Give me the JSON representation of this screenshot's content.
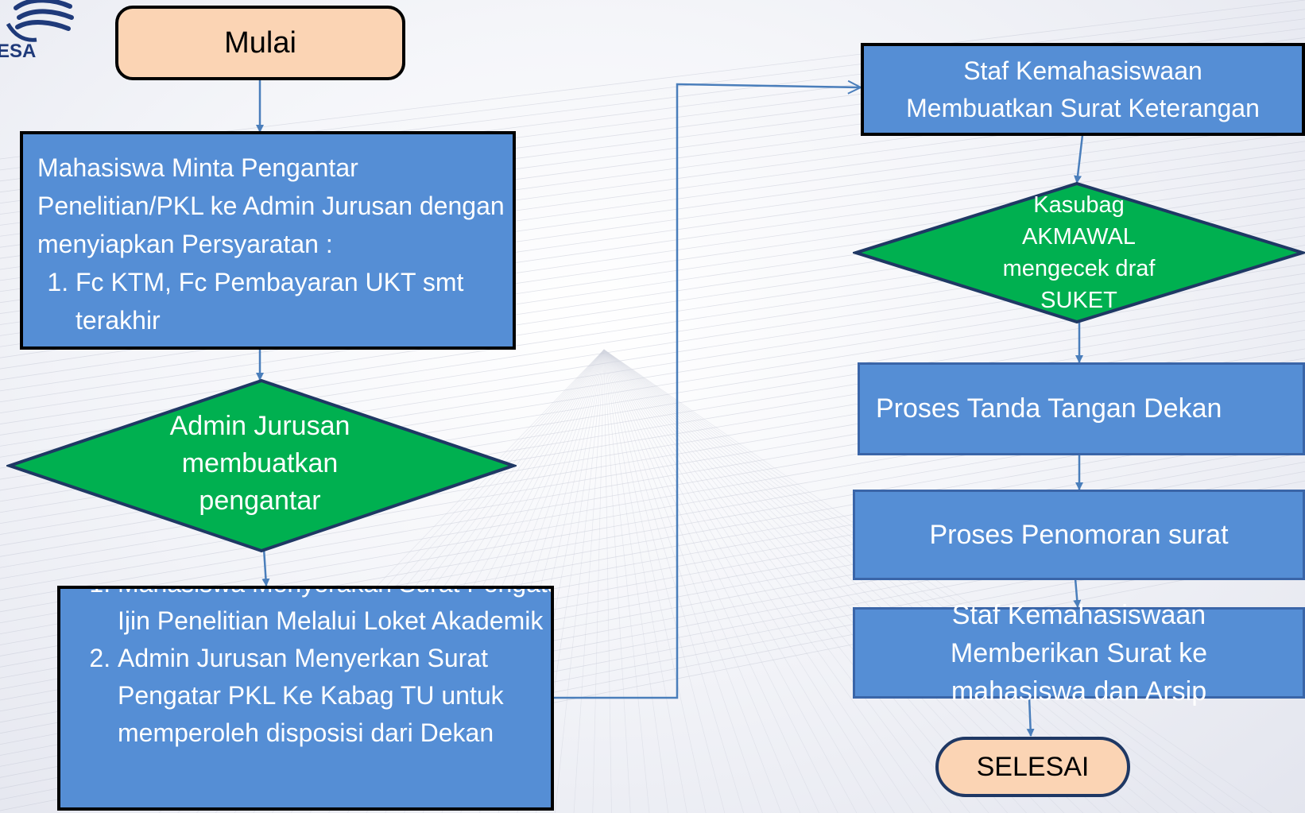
{
  "logo": {
    "text": "ESA"
  },
  "nodes": {
    "start": "Mulai",
    "step1": {
      "intro": "Mahasiswa Minta Pengantar Penelitian/PKL ke Admin Jurusan dengan menyiapkan Persyaratan :",
      "items": [
        "Fc KTM, Fc Pembayaran UKT smt terakhir"
      ]
    },
    "decision1": [
      "Admin Jurusan",
      "membuatkan",
      "pengantar"
    ],
    "step2": {
      "items": [
        "Mahasiswa Menyerakan Surat Pengatar  Ijin Penelitian Melalui Loket Akademik",
        "Admin Jurusan Menyerkan Surat Pengatar  PKL Ke Kabag TU untuk memperoleh disposisi dari Dekan"
      ]
    },
    "step3": "Staf Kemahasiswaan Membuatkan Surat Keterangan",
    "decision2": [
      "Kasubag",
      "AKMAWAL",
      "mengecek draf",
      "SUKET"
    ],
    "step4": "Proses Tanda Tangan Dekan",
    "step5": "Proses Penomoran surat",
    "step6": "Staf Kemahasiswaan Memberikan Surat ke mahasiswa dan Arsip",
    "end": "SELESAI"
  },
  "colors": {
    "process": "#558ed5",
    "decision": "#00b050",
    "terminal": "#fbd4b4",
    "connector": "#4a7ebb"
  }
}
